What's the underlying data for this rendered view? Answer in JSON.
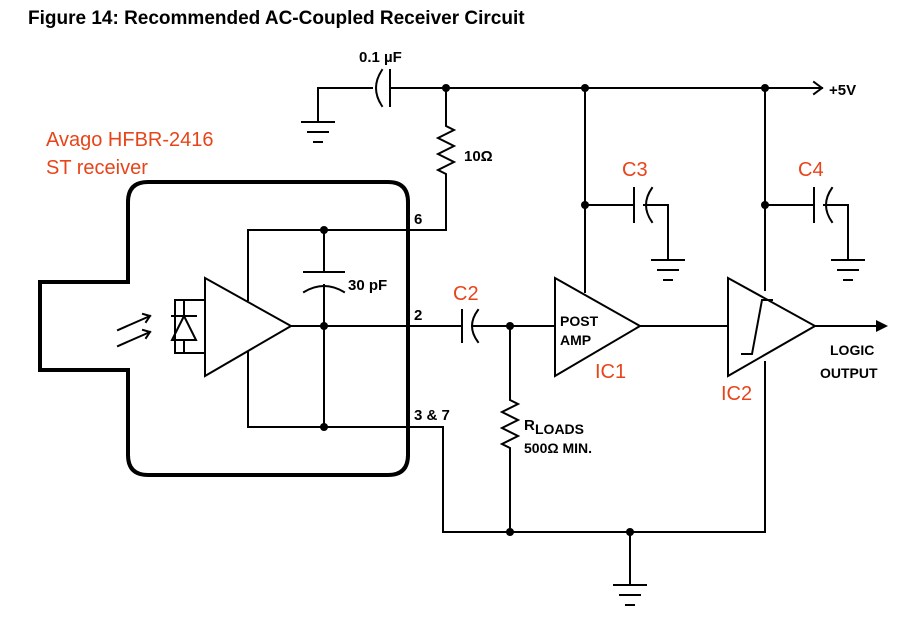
{
  "title": "Figure 14: Recommended AC-Coupled Receiver Circuit",
  "labels": {
    "cap_top": "0.1 µF",
    "supply": "+5V",
    "r10": "10Ω",
    "c3": "C3",
    "c4": "C4",
    "receiver_line1": "Avago HFBR-2416",
    "receiver_line2": "ST receiver",
    "pin6": "6",
    "cap30": "30 pF",
    "c2": "C2",
    "pin2": "2",
    "post": "POST",
    "amp": "AMP",
    "ic1": "IC1",
    "ic2": "IC2",
    "logic": "LOGIC",
    "output": "OUTPUT",
    "pin37": "3 & 7",
    "rloads_r": "R",
    "rloads_sub": "LOADS",
    "rloads_min": "500Ω  MIN."
  },
  "colors": {
    "annotation": "#e8441a",
    "wire": "#000000"
  }
}
